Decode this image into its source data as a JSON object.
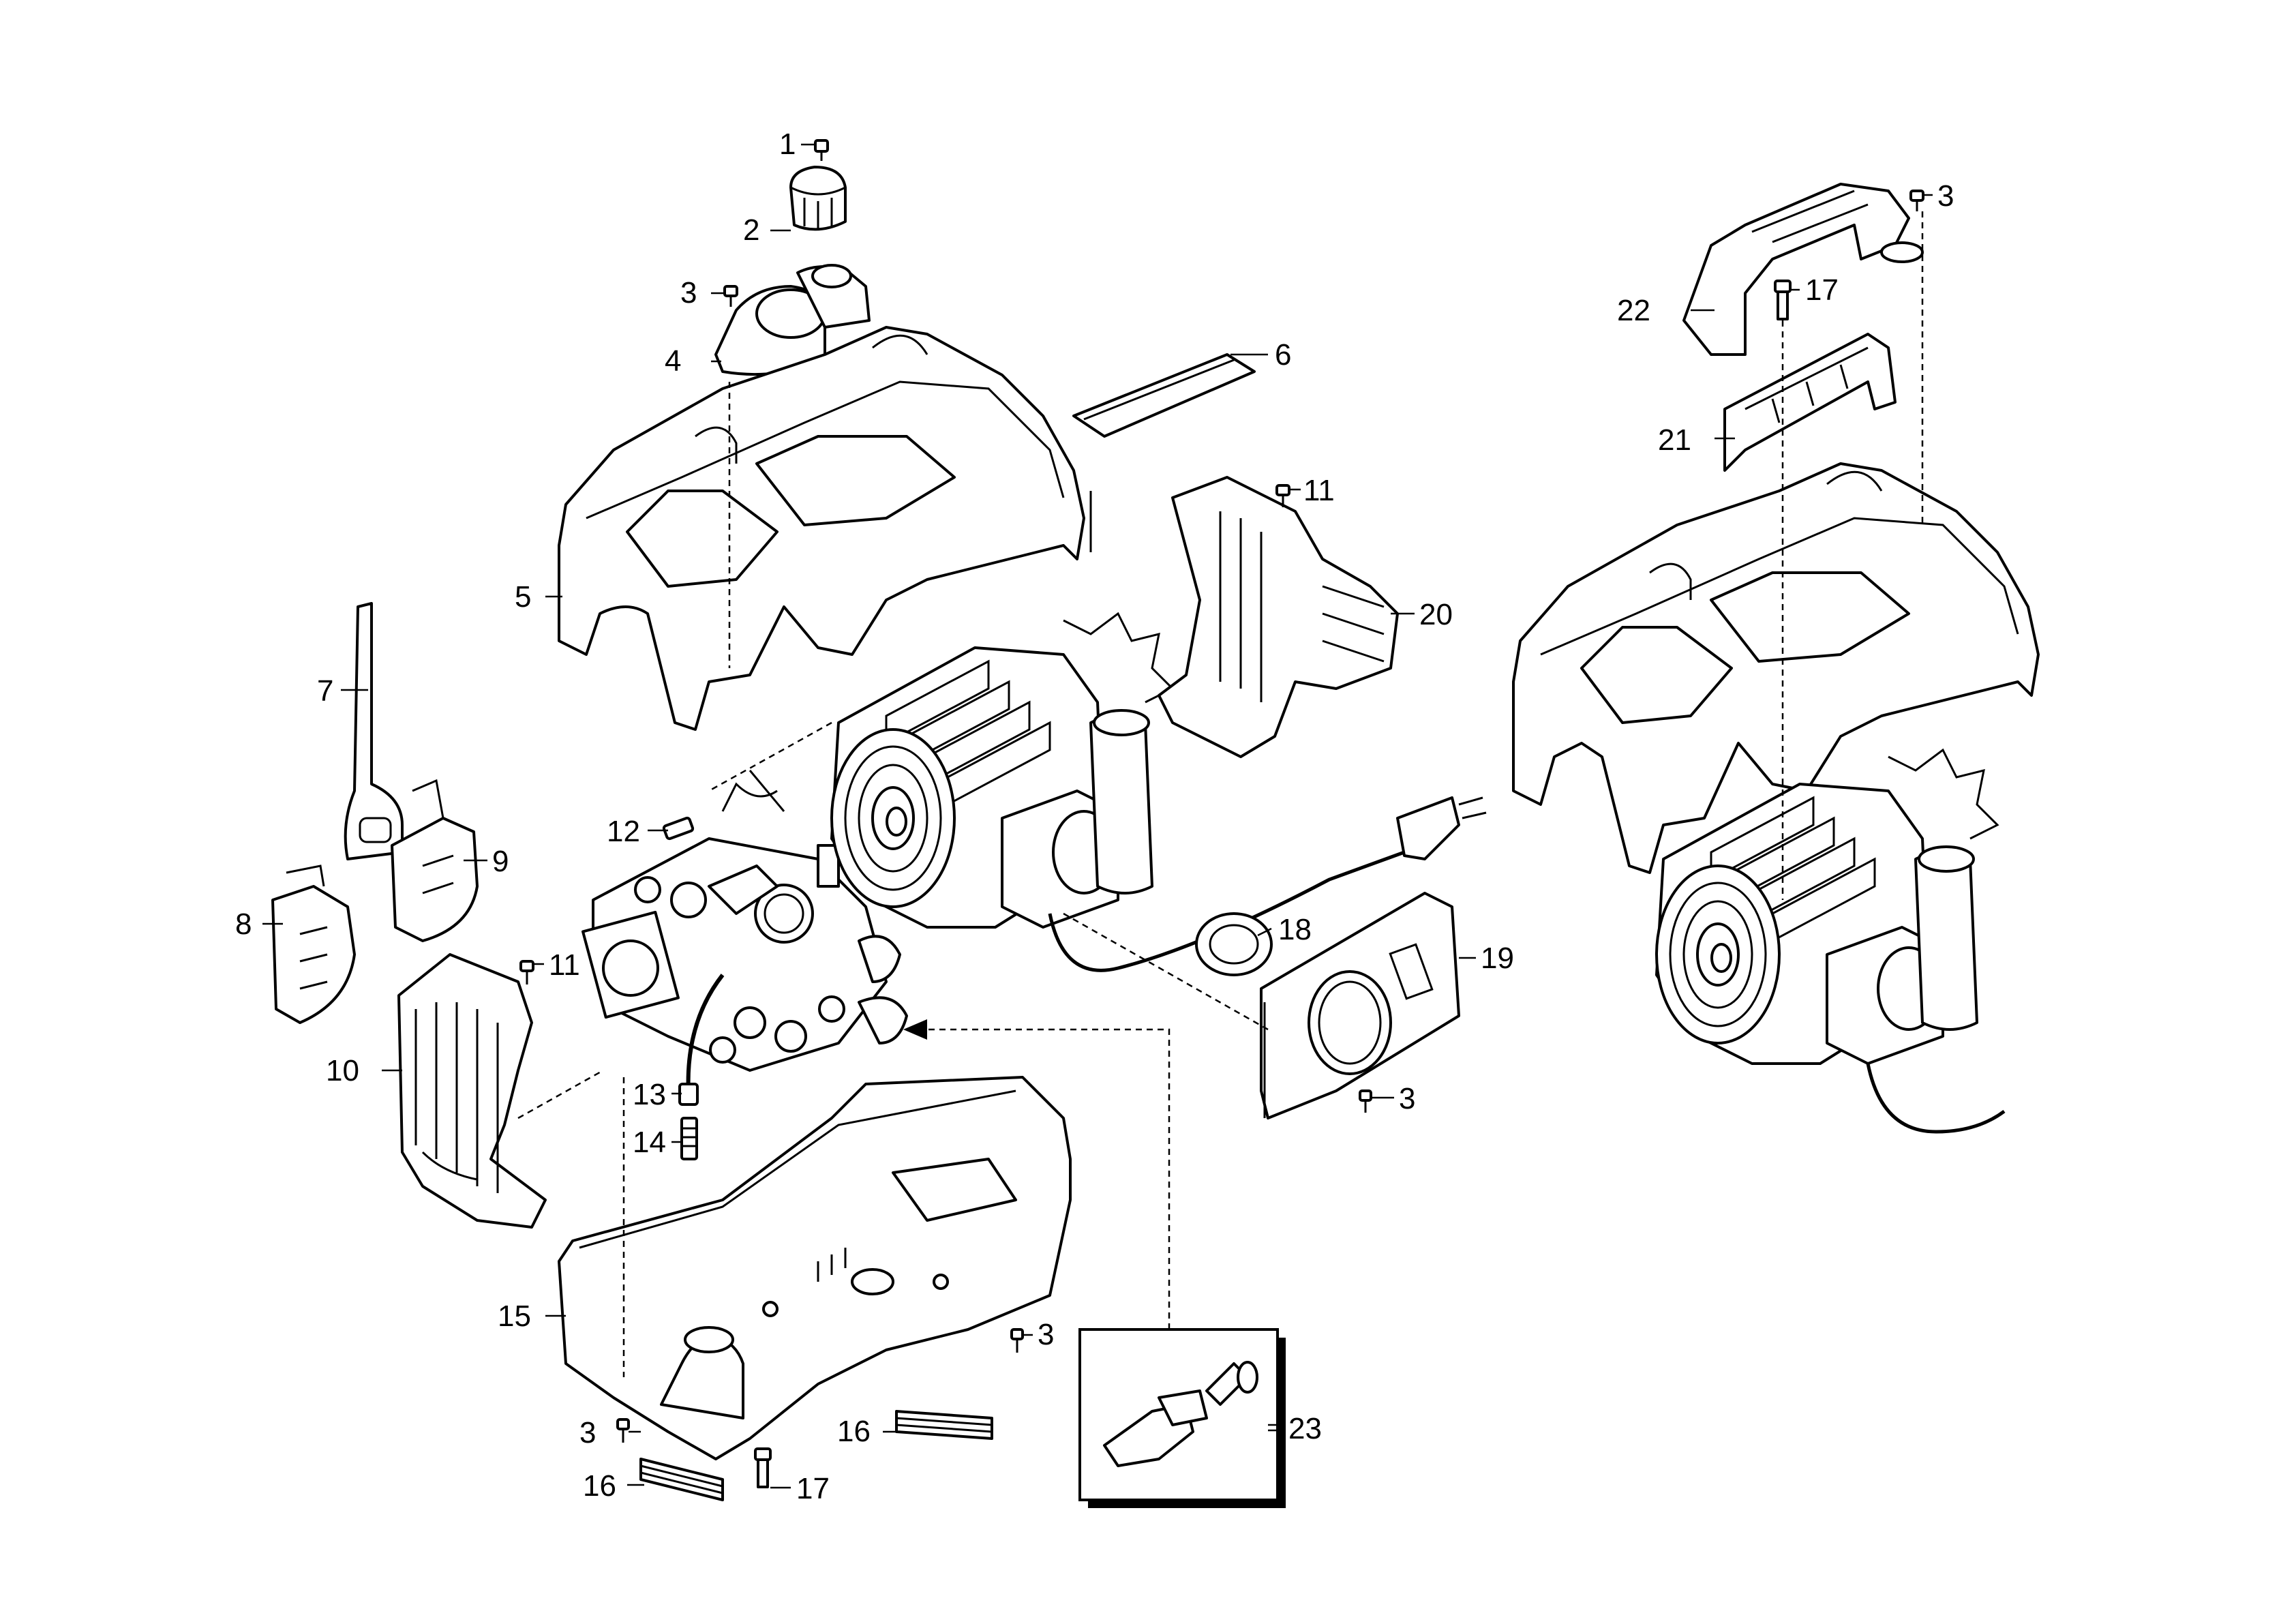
{
  "callouts": {
    "c1": "1",
    "c2": "2",
    "c3a": "3",
    "c4": "4",
    "c5": "5",
    "c6": "6",
    "c7": "7",
    "c8": "8",
    "c9": "9",
    "c10": "10",
    "c11a": "11",
    "c11b": "11",
    "c12": "12",
    "c13": "13",
    "c14": "14",
    "c15": "15",
    "c3b": "3",
    "c3c": "3",
    "c3d": "3",
    "c16a": "16",
    "c16b": "16",
    "c17a": "17",
    "c17b": "17",
    "c18": "18",
    "c19": "19",
    "c20": "20",
    "c21": "21",
    "c22": "22",
    "c23": "23",
    "c3e": "3"
  }
}
